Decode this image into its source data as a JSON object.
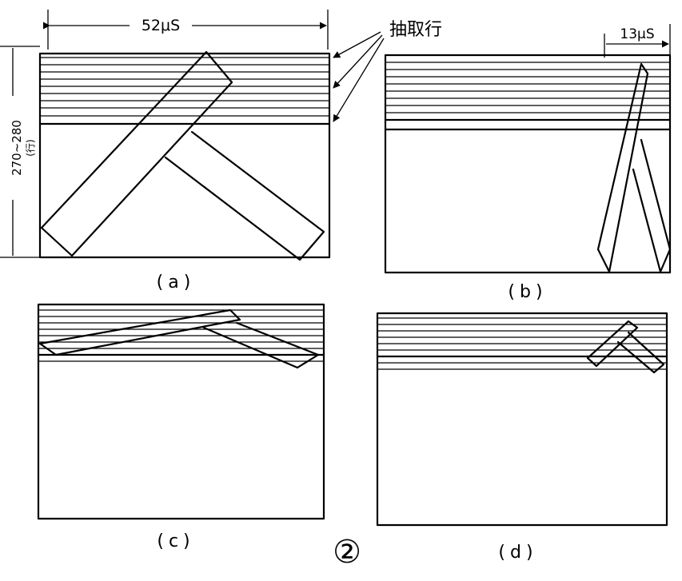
{
  "labels": {
    "width_a": "52μS",
    "width_b": "13μS",
    "height_a": "270~280",
    "height_unit": "(行)",
    "extract_rows": "抽取行",
    "caption_a": "(a)",
    "caption_b": "(b)",
    "caption_c": "(c)",
    "caption_d": "(d)",
    "figure_number": "②"
  }
}
